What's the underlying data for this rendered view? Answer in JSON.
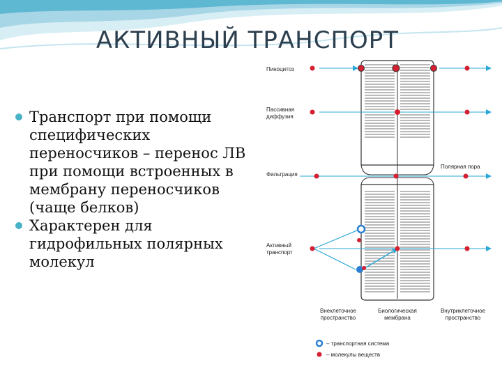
{
  "slide": {
    "title": "АКТИВНЫЙ ТРАНСПОРТ",
    "bullets": [
      "Транспорт при помощи специфических переносчиков – перенос ЛВ при помощи встроенных в мембрану переносчиков (чаще белков)",
      "Характерен для гидрофильных полярных молекул"
    ]
  },
  "diagram": {
    "rows": {
      "pinocytosis": "Пиноцитоз",
      "passive_line1": "Пассивная",
      "passive_line2": "диффузия",
      "filtration": "Фильтрация",
      "active_line1": "Активный",
      "active_line2": "транспорт"
    },
    "polar_pore": "Полярная пора",
    "columns": {
      "extracellular_line1": "Внеклеточное",
      "extracellular_line2": "пространство",
      "membrane_line1": "Биологическая",
      "membrane_line2": "мембрана",
      "intracellular_line1": "Внутриклеточное",
      "intracellular_line2": "пространство"
    },
    "legend": {
      "transport_system": "– транспортная система",
      "molecules": "– молекулы веществ"
    },
    "colors": {
      "arrow": "#2aa7d6",
      "molecule": "#d42030",
      "carrier": "#2a7fd4"
    }
  }
}
